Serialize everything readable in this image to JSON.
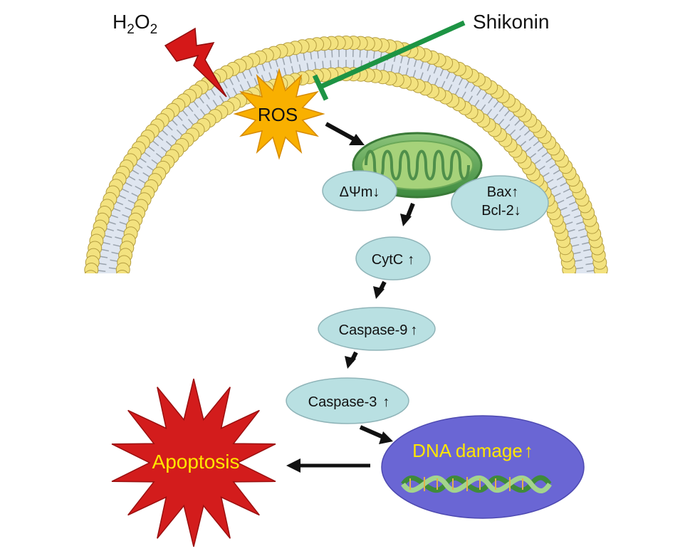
{
  "labels": {
    "h2o2_main": "H",
    "h2o2_sub1": "2",
    "h2o2_mid": "O",
    "h2o2_sub2": "2",
    "shikonin": "Shikonin",
    "ros": "ROS",
    "delta_psi_m": "ΔΨm",
    "bax": "Bax",
    "bcl2": "Bcl-2",
    "cytc": "CytC",
    "caspase9": "Caspase-9",
    "caspase3": "Caspase-3",
    "dna_damage": "DNA damage",
    "apoptosis": "Apoptosis"
  },
  "arrows": {
    "up": "↑",
    "down": "↓"
  },
  "colors": {
    "membrane_head": "#f3e27f",
    "membrane_head_stroke": "#b49d40",
    "membrane_core": "#dfe6f0",
    "node_fill": "#b9e0e2",
    "node_stroke": "#8fb4b8",
    "ros_burst": "#f9b000",
    "apoptosis_burst": "#d31c1c",
    "apoptosis_text": "#ffe600",
    "dna_ellipse": "#6a66d4",
    "dna_text": "#ffe600",
    "inhibition_line": "#1d9444",
    "lightning": "#d51818",
    "mito_outer": "#5ba85a",
    "mito_inner": "#a6d27a"
  }
}
